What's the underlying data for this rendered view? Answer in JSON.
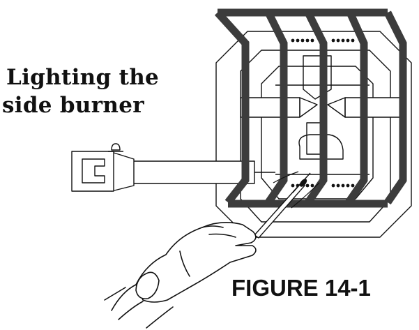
{
  "title": {
    "line1": "Lighting the",
    "line2": "side burner"
  },
  "figure_label": "FIGURE 14-1",
  "colors": {
    "ink": "#111111",
    "grate": "#3c3c3c",
    "background": "#ffffff"
  }
}
